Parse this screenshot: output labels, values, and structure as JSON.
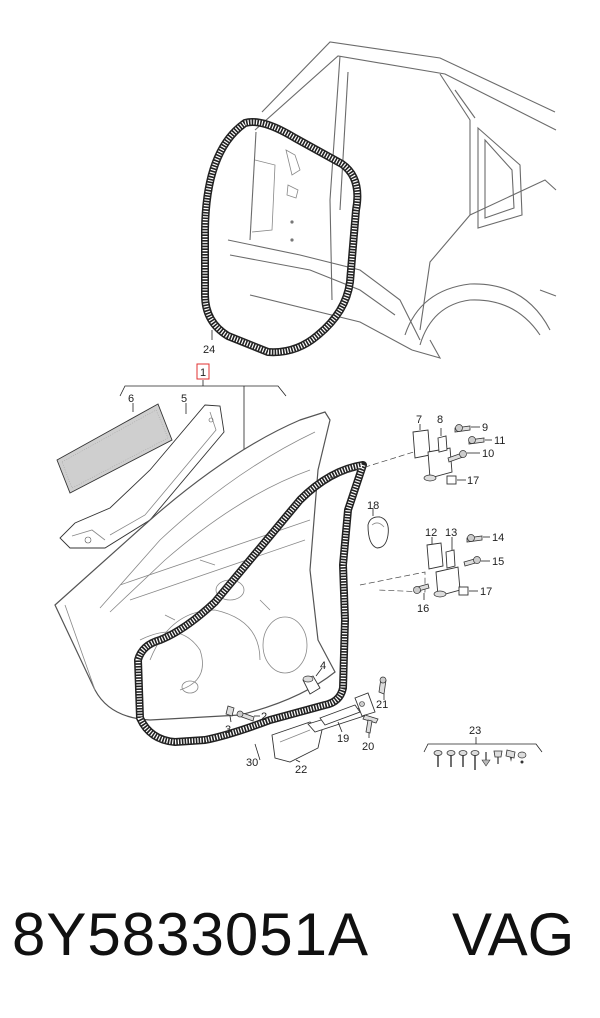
{
  "diagram": {
    "callouts": [
      {
        "id": "c1",
        "text": "1"
      },
      {
        "id": "c2",
        "text": "2"
      },
      {
        "id": "c3",
        "text": "3"
      },
      {
        "id": "c4",
        "text": "4"
      },
      {
        "id": "c5",
        "text": "5"
      },
      {
        "id": "c6",
        "text": "6"
      },
      {
        "id": "c7",
        "text": "7"
      },
      {
        "id": "c8",
        "text": "8"
      },
      {
        "id": "c9",
        "text": "9"
      },
      {
        "id": "c10",
        "text": "10"
      },
      {
        "id": "c11",
        "text": "11"
      },
      {
        "id": "c12",
        "text": "12"
      },
      {
        "id": "c13",
        "text": "13"
      },
      {
        "id": "c14",
        "text": "14"
      },
      {
        "id": "c15",
        "text": "15"
      },
      {
        "id": "c16",
        "text": "16"
      },
      {
        "id": "c17a",
        "text": "17"
      },
      {
        "id": "c17b",
        "text": "17"
      },
      {
        "id": "c18",
        "text": "18"
      },
      {
        "id": "c19",
        "text": "19"
      },
      {
        "id": "c20",
        "text": "20"
      },
      {
        "id": "c21",
        "text": "21"
      },
      {
        "id": "c22",
        "text": "22"
      },
      {
        "id": "c23",
        "text": "23"
      },
      {
        "id": "c24",
        "text": "24"
      },
      {
        "id": "c30",
        "text": "30"
      }
    ],
    "highlight_color": "#e03030"
  },
  "footer": {
    "part_number": "8Y5833051A",
    "brand": "VAG"
  }
}
